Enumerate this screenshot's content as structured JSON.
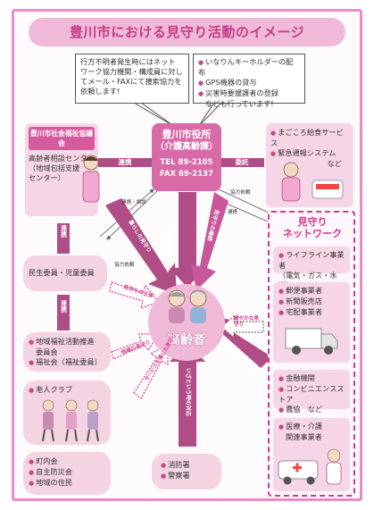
{
  "title": "豊川市における見守り活動のイメージ",
  "callout_left": {
    "lines": [
      "行方不明者発生時にはネット",
      "ワーク協力機関・構成員に対し",
      "てメール・FAXにて捜索協力を",
      "依頼します!"
    ]
  },
  "callout_right": {
    "lines": [
      "いなりんキーホルダーの配布",
      "GPS機器の貸与",
      "災害時要援護者の登録",
      "なども行っています!"
    ]
  },
  "welfare": {
    "header": "豊川市社会福祉協議会",
    "lines": [
      "高齢者相談センター",
      "（地域包括支援",
      "センター）"
    ]
  },
  "city": {
    "name": "豊川市役所",
    "dept": "（介護高齢課）",
    "tel": "TEL 89-2105",
    "fax": "FAX 89-2137"
  },
  "services": {
    "lines": [
      "まごころ給食サービス",
      "緊急通報システム",
      "など"
    ]
  },
  "arrow_labels": {
    "renkei_left": "連携",
    "itaku": "委託",
    "renkei_v1": "連携",
    "renkei_v2": "連携",
    "kyoryoku_irai_1": "協力依頼",
    "renkei_sodan": "連携・相談",
    "kyoryoku_irai_2": "協力依頼",
    "renkei_right": "連携",
    "senmon": "専門的な見守り",
    "kurashi": "暮らしの見守り",
    "hoso": "サービスを通じた見守り",
    "mimamori_1": "見守りの継続",
    "yuruyaka": "緩やかな見守り",
    "chiiki": "地域の見守り",
    "sakan": "見守りの主体",
    "itsumo": "いざという時の対応",
    "gyomu": "業務を通じた見守り"
  },
  "minsei": "民生委員・児童委員",
  "chiiki_fukushi": {
    "lines": [
      "地域福祉活動推進",
      "委員会",
      "福祉会（福祉委員）"
    ]
  },
  "roujin": "老人クラブ",
  "chonai": {
    "lines": [
      "町内会",
      "自主防災会",
      "地域の住民"
    ]
  },
  "center": "高齢者",
  "bottom": {
    "lines": [
      "消防署",
      "警察署"
    ]
  },
  "network": {
    "title_lines": [
      "見守り",
      "ネットワーク"
    ],
    "lifeline": [
      "ライフライン事業者",
      "（電気・ガス・水道）"
    ],
    "business": [
      "郵便事業者",
      "新聞販売店",
      "宅配事業者"
    ],
    "finance": [
      "金融機関",
      "コンビニエンスストア",
      "農協　など"
    ],
    "medical": [
      "医療・介護",
      "関連事業者"
    ]
  },
  "colors": {
    "accent": "#d65a9e",
    "frame": "#e88cc9",
    "arrow": "#b04c86"
  }
}
